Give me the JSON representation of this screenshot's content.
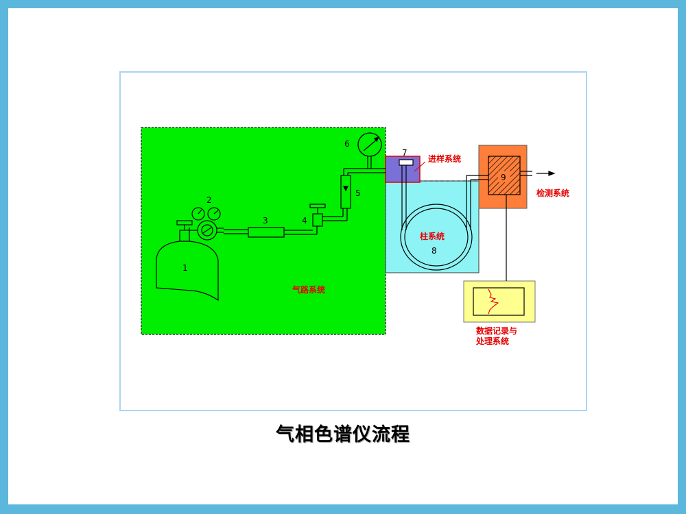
{
  "title": "气相色谱仪流程",
  "diagram": {
    "systems": {
      "gas_path": "气路系统",
      "injection": "进样系统",
      "column": "柱系统",
      "detection": "检测系统",
      "data_line1": "数据记录与",
      "data_line2": "处理系统"
    },
    "component_numbers": {
      "cylinder": "1",
      "regulator": "2",
      "purifier": "3",
      "needle_valve": "4",
      "flowmeter": "5",
      "pressure_gauge": "6",
      "injector": "7",
      "column": "8",
      "detector": "9"
    }
  },
  "colors": {
    "background": "#5bb8dc",
    "gas_path_fill": "#00ee00",
    "injection_fill": "#7a70d8",
    "column_fill": "#8ef3f4",
    "detector_fill": "#ff7f3a",
    "recorder_fill": "#ffff90"
  }
}
